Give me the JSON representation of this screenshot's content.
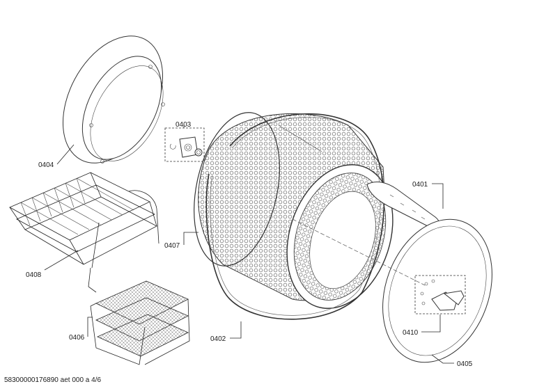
{
  "callouts": [
    {
      "id": "0404",
      "text": "0404"
    },
    {
      "id": "0403",
      "text": "0403"
    },
    {
      "id": "0401",
      "text": "0401"
    },
    {
      "id": "0408",
      "text": "0408"
    },
    {
      "id": "0407",
      "text": "0407"
    },
    {
      "id": "0406",
      "text": "0406"
    },
    {
      "id": "0402",
      "text": "0402"
    },
    {
      "id": "0410",
      "text": "0410"
    },
    {
      "id": "0405",
      "text": "0405"
    }
  ],
  "footer": {
    "text": "58300000176890 aet 000 a 4/6"
  }
}
